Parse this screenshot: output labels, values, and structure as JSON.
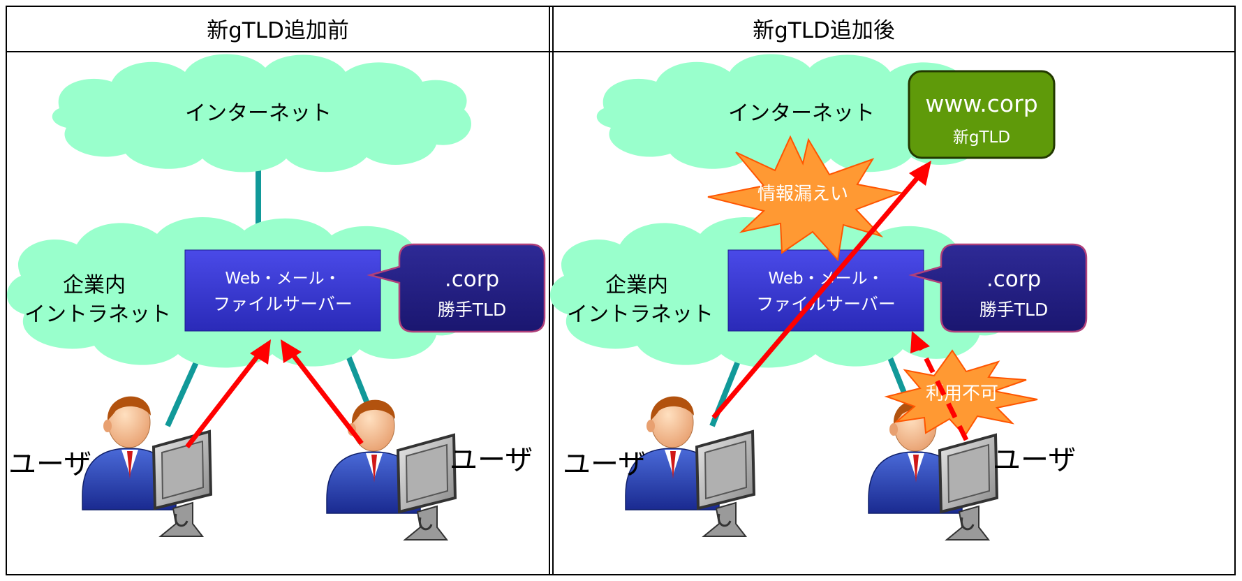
{
  "panels": [
    {
      "header": "新gTLD追加前",
      "internet_label": "インターネット",
      "intranet_label_line1": "企業内",
      "intranet_label_line2": "イントラネット",
      "server_line1": "Web・メール・",
      "server_line2": "ファイルサーバー",
      "corp_line1": ".corp",
      "corp_line2": "勝手TLD",
      "user_left": "ユーザ",
      "user_right": "ユーザ"
    },
    {
      "header": "新gTLD追加後",
      "internet_label": "インターネット",
      "intranet_label_line1": "企業内",
      "intranet_label_line2": "イントラネット",
      "server_line1": "Web・メール・",
      "server_line2": "ファイルサーバー",
      "corp_line1": ".corp",
      "corp_line2": "勝手TLD",
      "user_left": "ユーザ",
      "user_right": "ユーザ",
      "newtld_line1": "www.corp",
      "newtld_line2": "新gTLD",
      "burst_leak": "情報漏えい",
      "burst_unavailable": "利用不可"
    }
  ],
  "colors": {
    "cloud": "#99ffcc",
    "link_line": "#119999",
    "server_box": "#3b3bd6",
    "corp_box": "#242080",
    "corp_border": "#b0407a",
    "newtld_box": "#5f9a0a",
    "arrow": "#ff0000",
    "burst": "#ff9933"
  }
}
